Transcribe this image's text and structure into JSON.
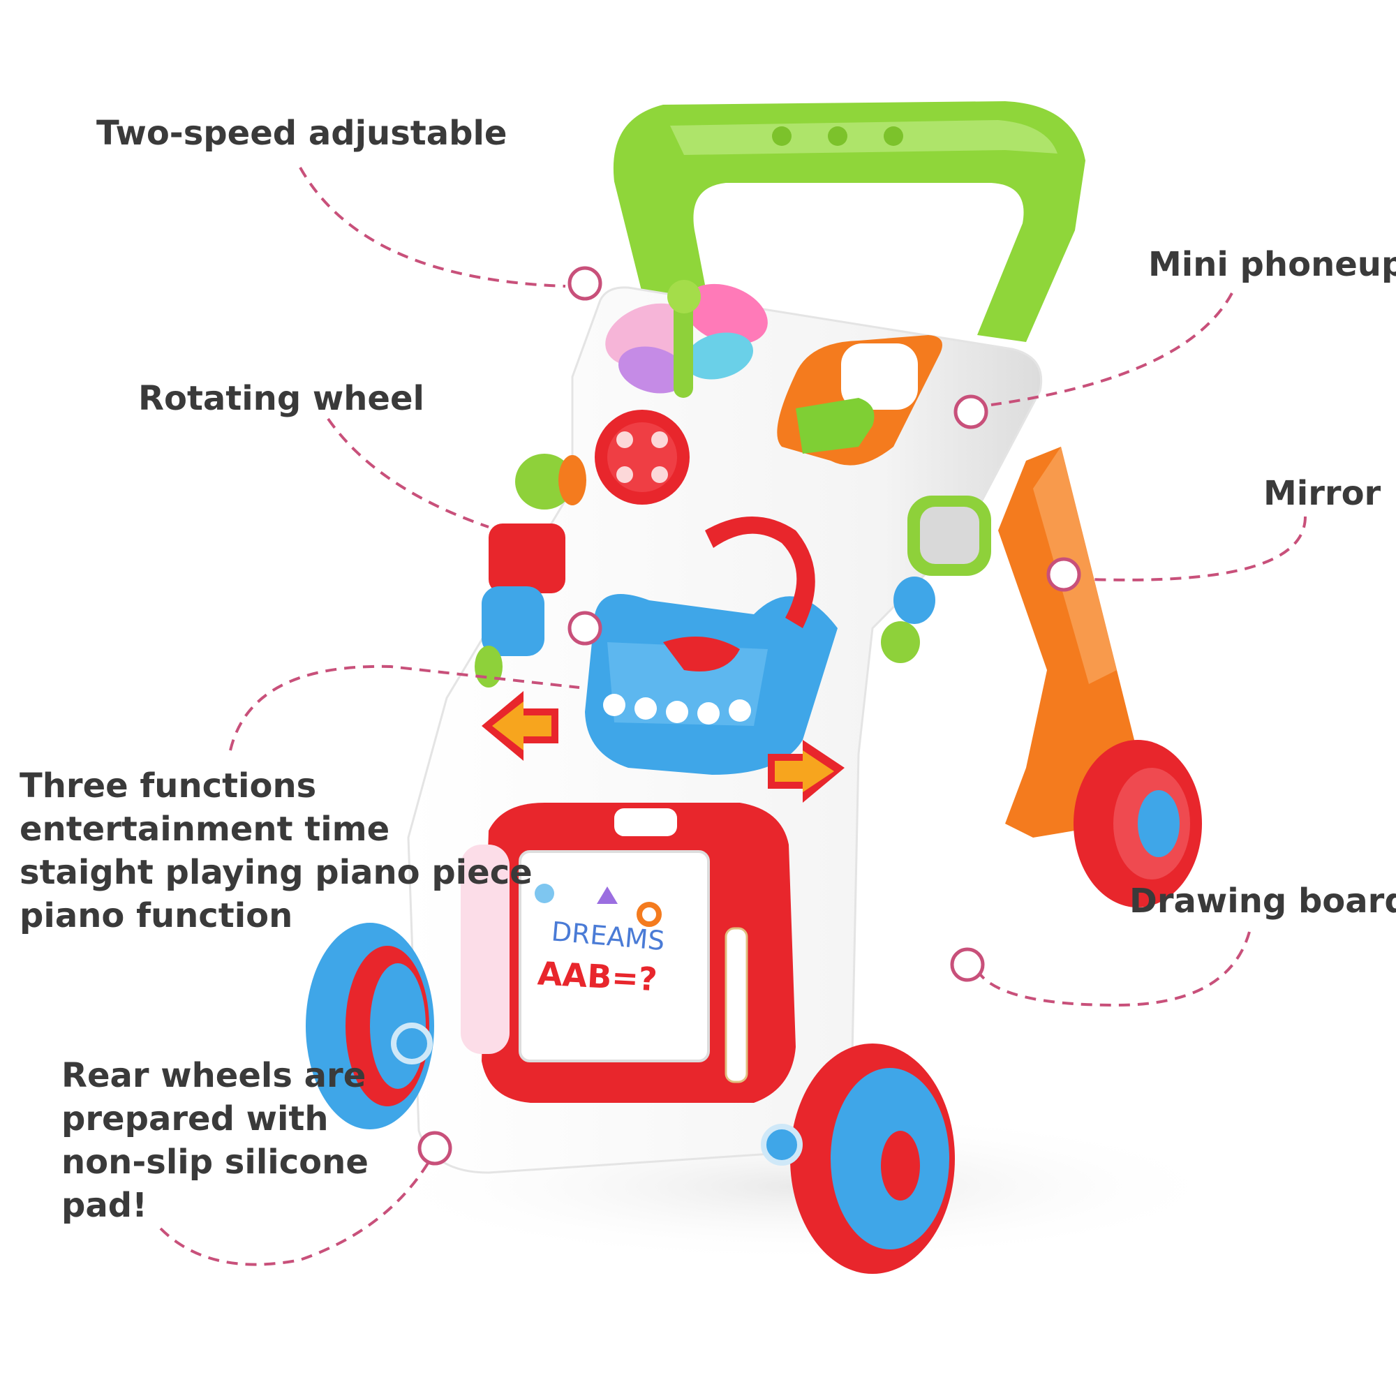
{
  "callouts": {
    "two_speed": {
      "lines": [
        "Two-speed adjustable"
      ]
    },
    "rotating_wheel": {
      "lines": [
        "Rotating wheel"
      ]
    },
    "three_functions": {
      "lines": [
        "Three functions",
        "entertainment time",
        "staight playing piano piece",
        "piano function"
      ]
    },
    "rear_wheels": {
      "lines": [
        "Rear wheels are",
        "prepared with",
        "non-slip silicone",
        "pad!"
      ]
    },
    "mini_phone": {
      "lines": [
        "Mini phoneup"
      ]
    },
    "mirror": {
      "lines": [
        "Mirror"
      ]
    },
    "drawing_board": {
      "lines": [
        "Drawing board"
      ]
    }
  },
  "board_text": {
    "word": "DREAMS",
    "equation": "AAB=?"
  },
  "colors": {
    "background": "#ffffff",
    "label_text": "#3a3a3a",
    "callout_line": "#c8507a",
    "handle": "#8fd63a",
    "body": "#f7f7f7",
    "red": "#e8262c",
    "blue": "#3fa6e8",
    "orange": "#f47b1e"
  }
}
